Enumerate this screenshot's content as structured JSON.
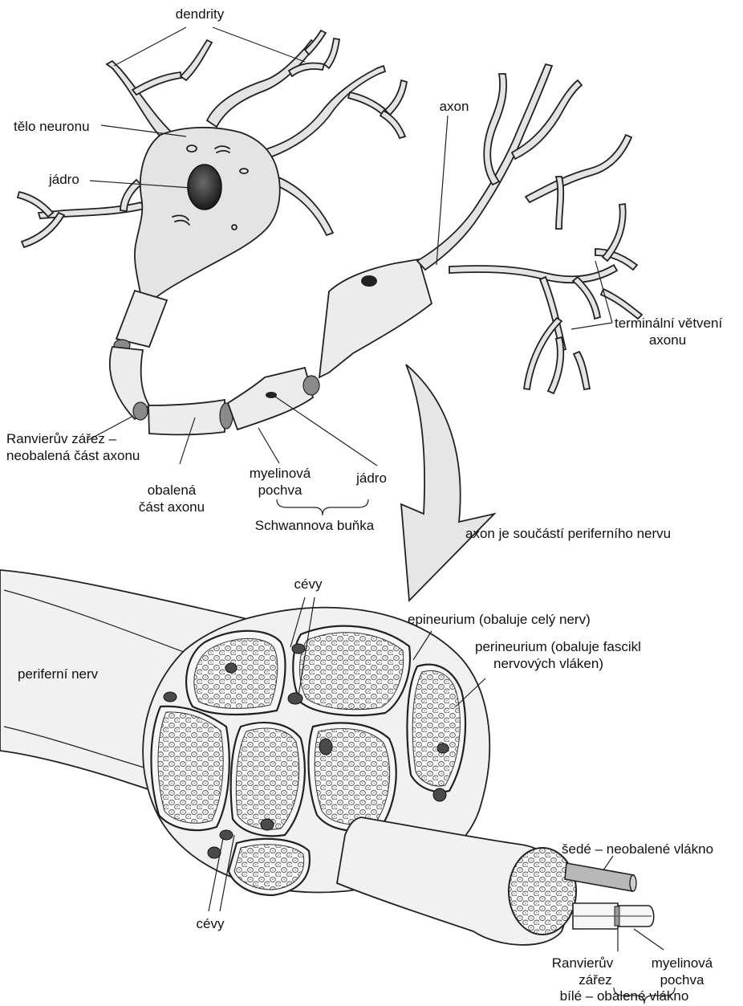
{
  "labels": {
    "dendrity": "dendrity",
    "telo_neuronu": "tělo neuronu",
    "jadro_neuronu": "jádro",
    "axon": "axon",
    "terminalni_1": "terminální větvení",
    "terminalni_2": "axonu",
    "ranvier_1": "Ranvierův zářez –",
    "ranvier_2": "neobalená část axonu",
    "obalena_1": "obalená",
    "obalena_2": "část axonu",
    "myelinova_1": "myelinová",
    "myelinova_2": "pochva",
    "jadro_schwann": "jádro",
    "schwannova": "Schwannova buňka",
    "axon_soucasti": "axon je součástí periferního nervu",
    "cevy_top": "cévy",
    "epineurium": "epineurium (obaluje celý nerv)",
    "perineurium_1": "perineurium (obaluje fascikl",
    "perineurium_2": "nervových vláken)",
    "periferni_nerv": "periferní nerv",
    "sede": "šedé – neobalené vlákno",
    "cevy_bottom": "cévy",
    "ranvier_b_1": "Ranvierův",
    "ranvier_b_2": "zářez",
    "myelinova_b_1": "myelinová",
    "myelinova_b_2": "pochva",
    "bile": "bílé – obalené vlákno"
  }
}
